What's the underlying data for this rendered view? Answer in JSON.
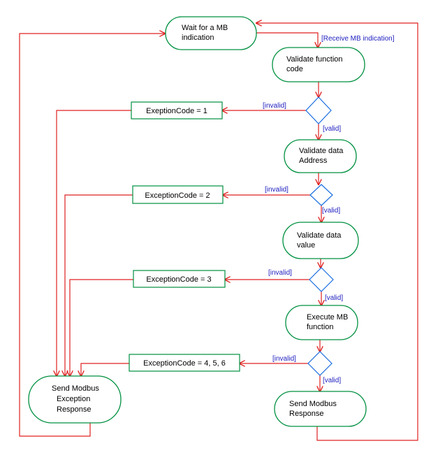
{
  "colors": {
    "state_border": "#009040",
    "decision_border": "#1a6fe0",
    "arrow": "#e02020",
    "guard_text": "#2020c0",
    "text": "#000000"
  },
  "states": {
    "wait": [
      "Wait for a MB",
      "indication"
    ],
    "validate_function": [
      "Validate function",
      "code"
    ],
    "validate_address": [
      "Validate data",
      "Address"
    ],
    "validate_value": [
      "Validate data",
      "value"
    ],
    "execute": [
      "Execute MB",
      "function"
    ],
    "send_response": [
      "Send Modbus",
      "Response"
    ],
    "send_exception": [
      "Send Modbus",
      "Exception",
      "Response"
    ]
  },
  "exception_boxes": [
    "ExeptionCode = 1",
    "ExceptionCode = 2",
    "ExceptionCode = 3",
    "ExceptionCode = 4, 5, 6"
  ],
  "guards": {
    "receive": "[Receive MB indication]",
    "invalid": "[invalid]",
    "valid": "[valid]"
  }
}
